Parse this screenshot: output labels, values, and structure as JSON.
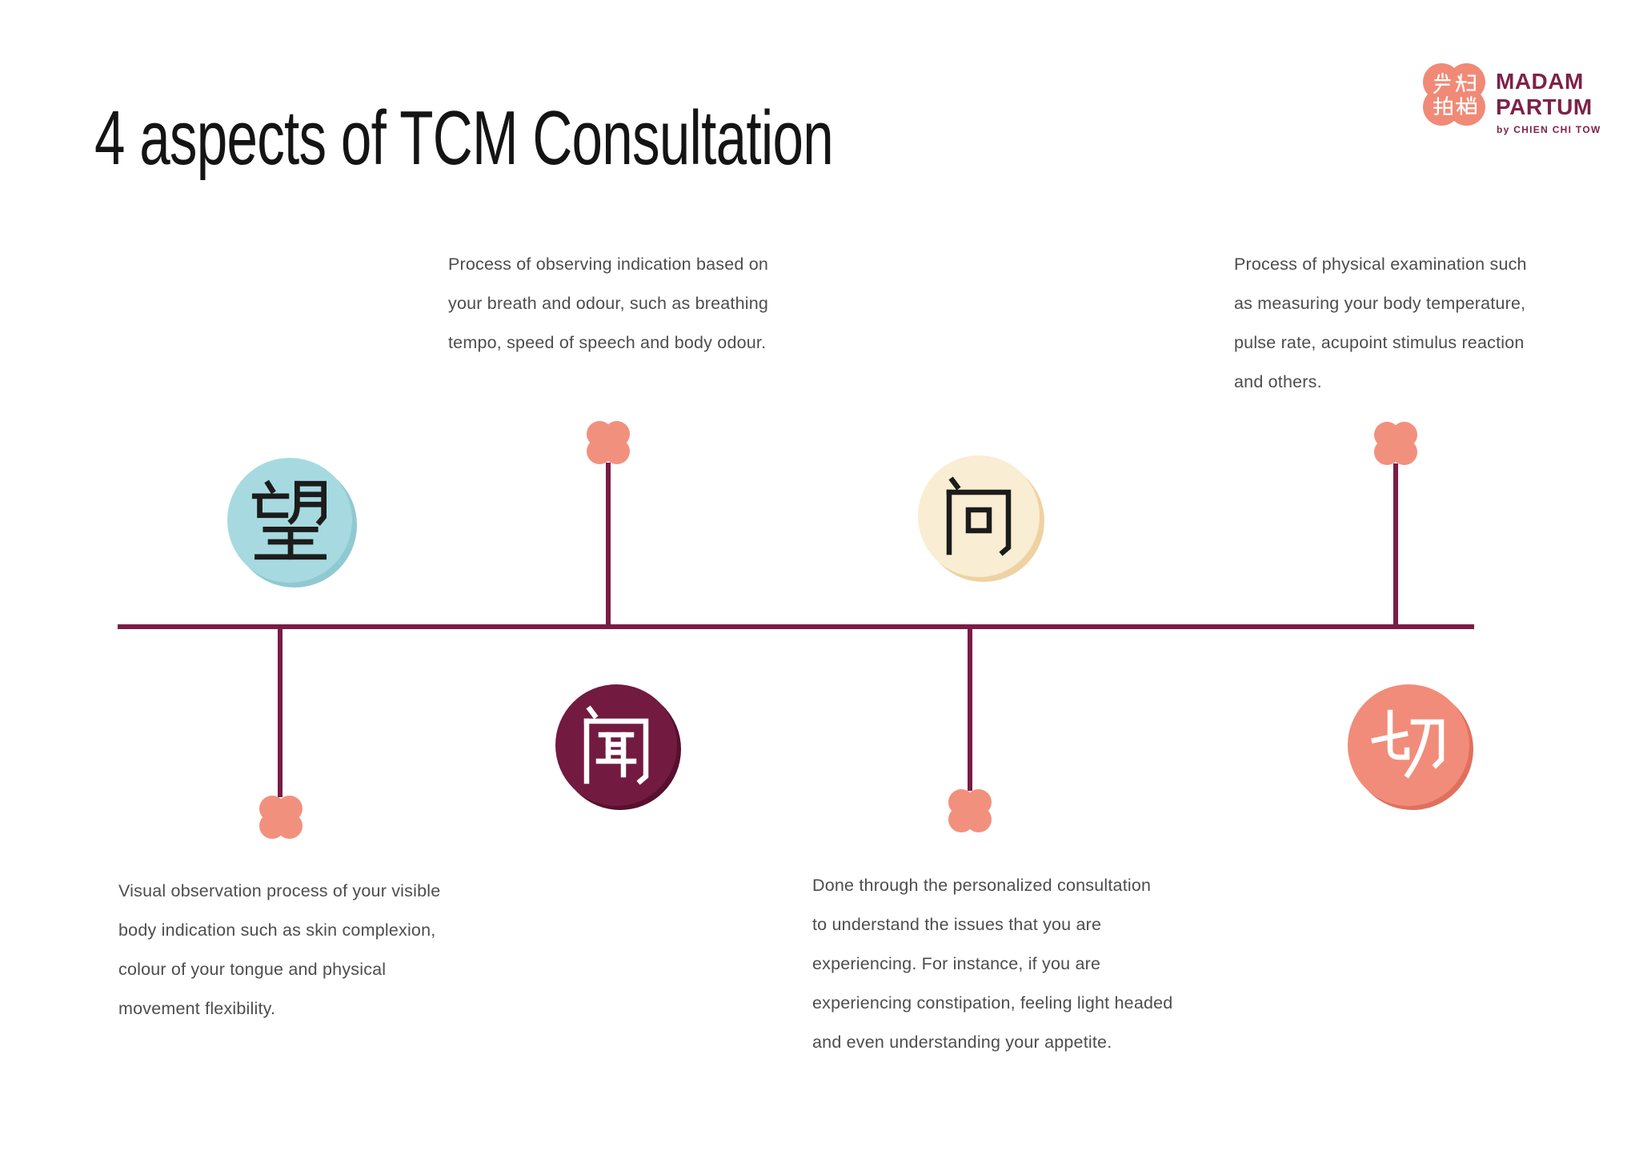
{
  "page": {
    "title": "4 aspects of TCM Consultation",
    "background_color": "#ffffff"
  },
  "logo": {
    "badge_text": "产妇拍档",
    "brand_line1": "MADAM",
    "brand_line2": "PARTUM",
    "byline": "by CHIEN CHI TOW",
    "badge_color": "#F08A76",
    "brand_text_color": "#7D2248"
  },
  "timeline": {
    "line_color": "#7A1C45",
    "marker_color": "#F2907E",
    "marker_shape": "quatrefoil"
  },
  "aspects": [
    {
      "id": "wang-observe",
      "character": "望",
      "circle_color": "#A6DAE0",
      "circle_shadow_color": "#8FC9D2",
      "character_color": "#1c1c1c",
      "circle_position": "above-timeline",
      "description_lines": [
        "Visual observation process of your visible",
        "body indication such as skin complexion,",
        "colour of your tongue and physical",
        "movement flexibility."
      ]
    },
    {
      "id": "wen-listen-smell",
      "character": "闻",
      "circle_color": "#721A40",
      "circle_shadow_color": "#57102F",
      "character_color": "#ffffff",
      "circle_position": "below-timeline",
      "description_lines": [
        "Process of observing indication based on",
        "your breath and odour, such as breathing",
        "tempo, speed of speech and body odour."
      ]
    },
    {
      "id": "wen-ask",
      "character": "问",
      "circle_color": "#F9EDD3",
      "circle_shadow_color": "#EFD2A2",
      "character_color": "#1c1c1c",
      "circle_position": "above-timeline",
      "description_lines": [
        "Done through the personalized consultation",
        "to understand the issues that you are",
        "experiencing. For instance, if you are",
        "experiencing constipation, feeling light headed",
        "and even understanding your appetite."
      ]
    },
    {
      "id": "qie-palpate",
      "character": "切",
      "circle_color": "#F18C7A",
      "circle_shadow_color": "#E0705E",
      "character_color": "#ffffff",
      "circle_position": "below-timeline",
      "description_lines": [
        "Process of physical examination such",
        "as measuring your body temperature,",
        "pulse rate, acupoint stimulus reaction",
        "and others."
      ]
    }
  ]
}
